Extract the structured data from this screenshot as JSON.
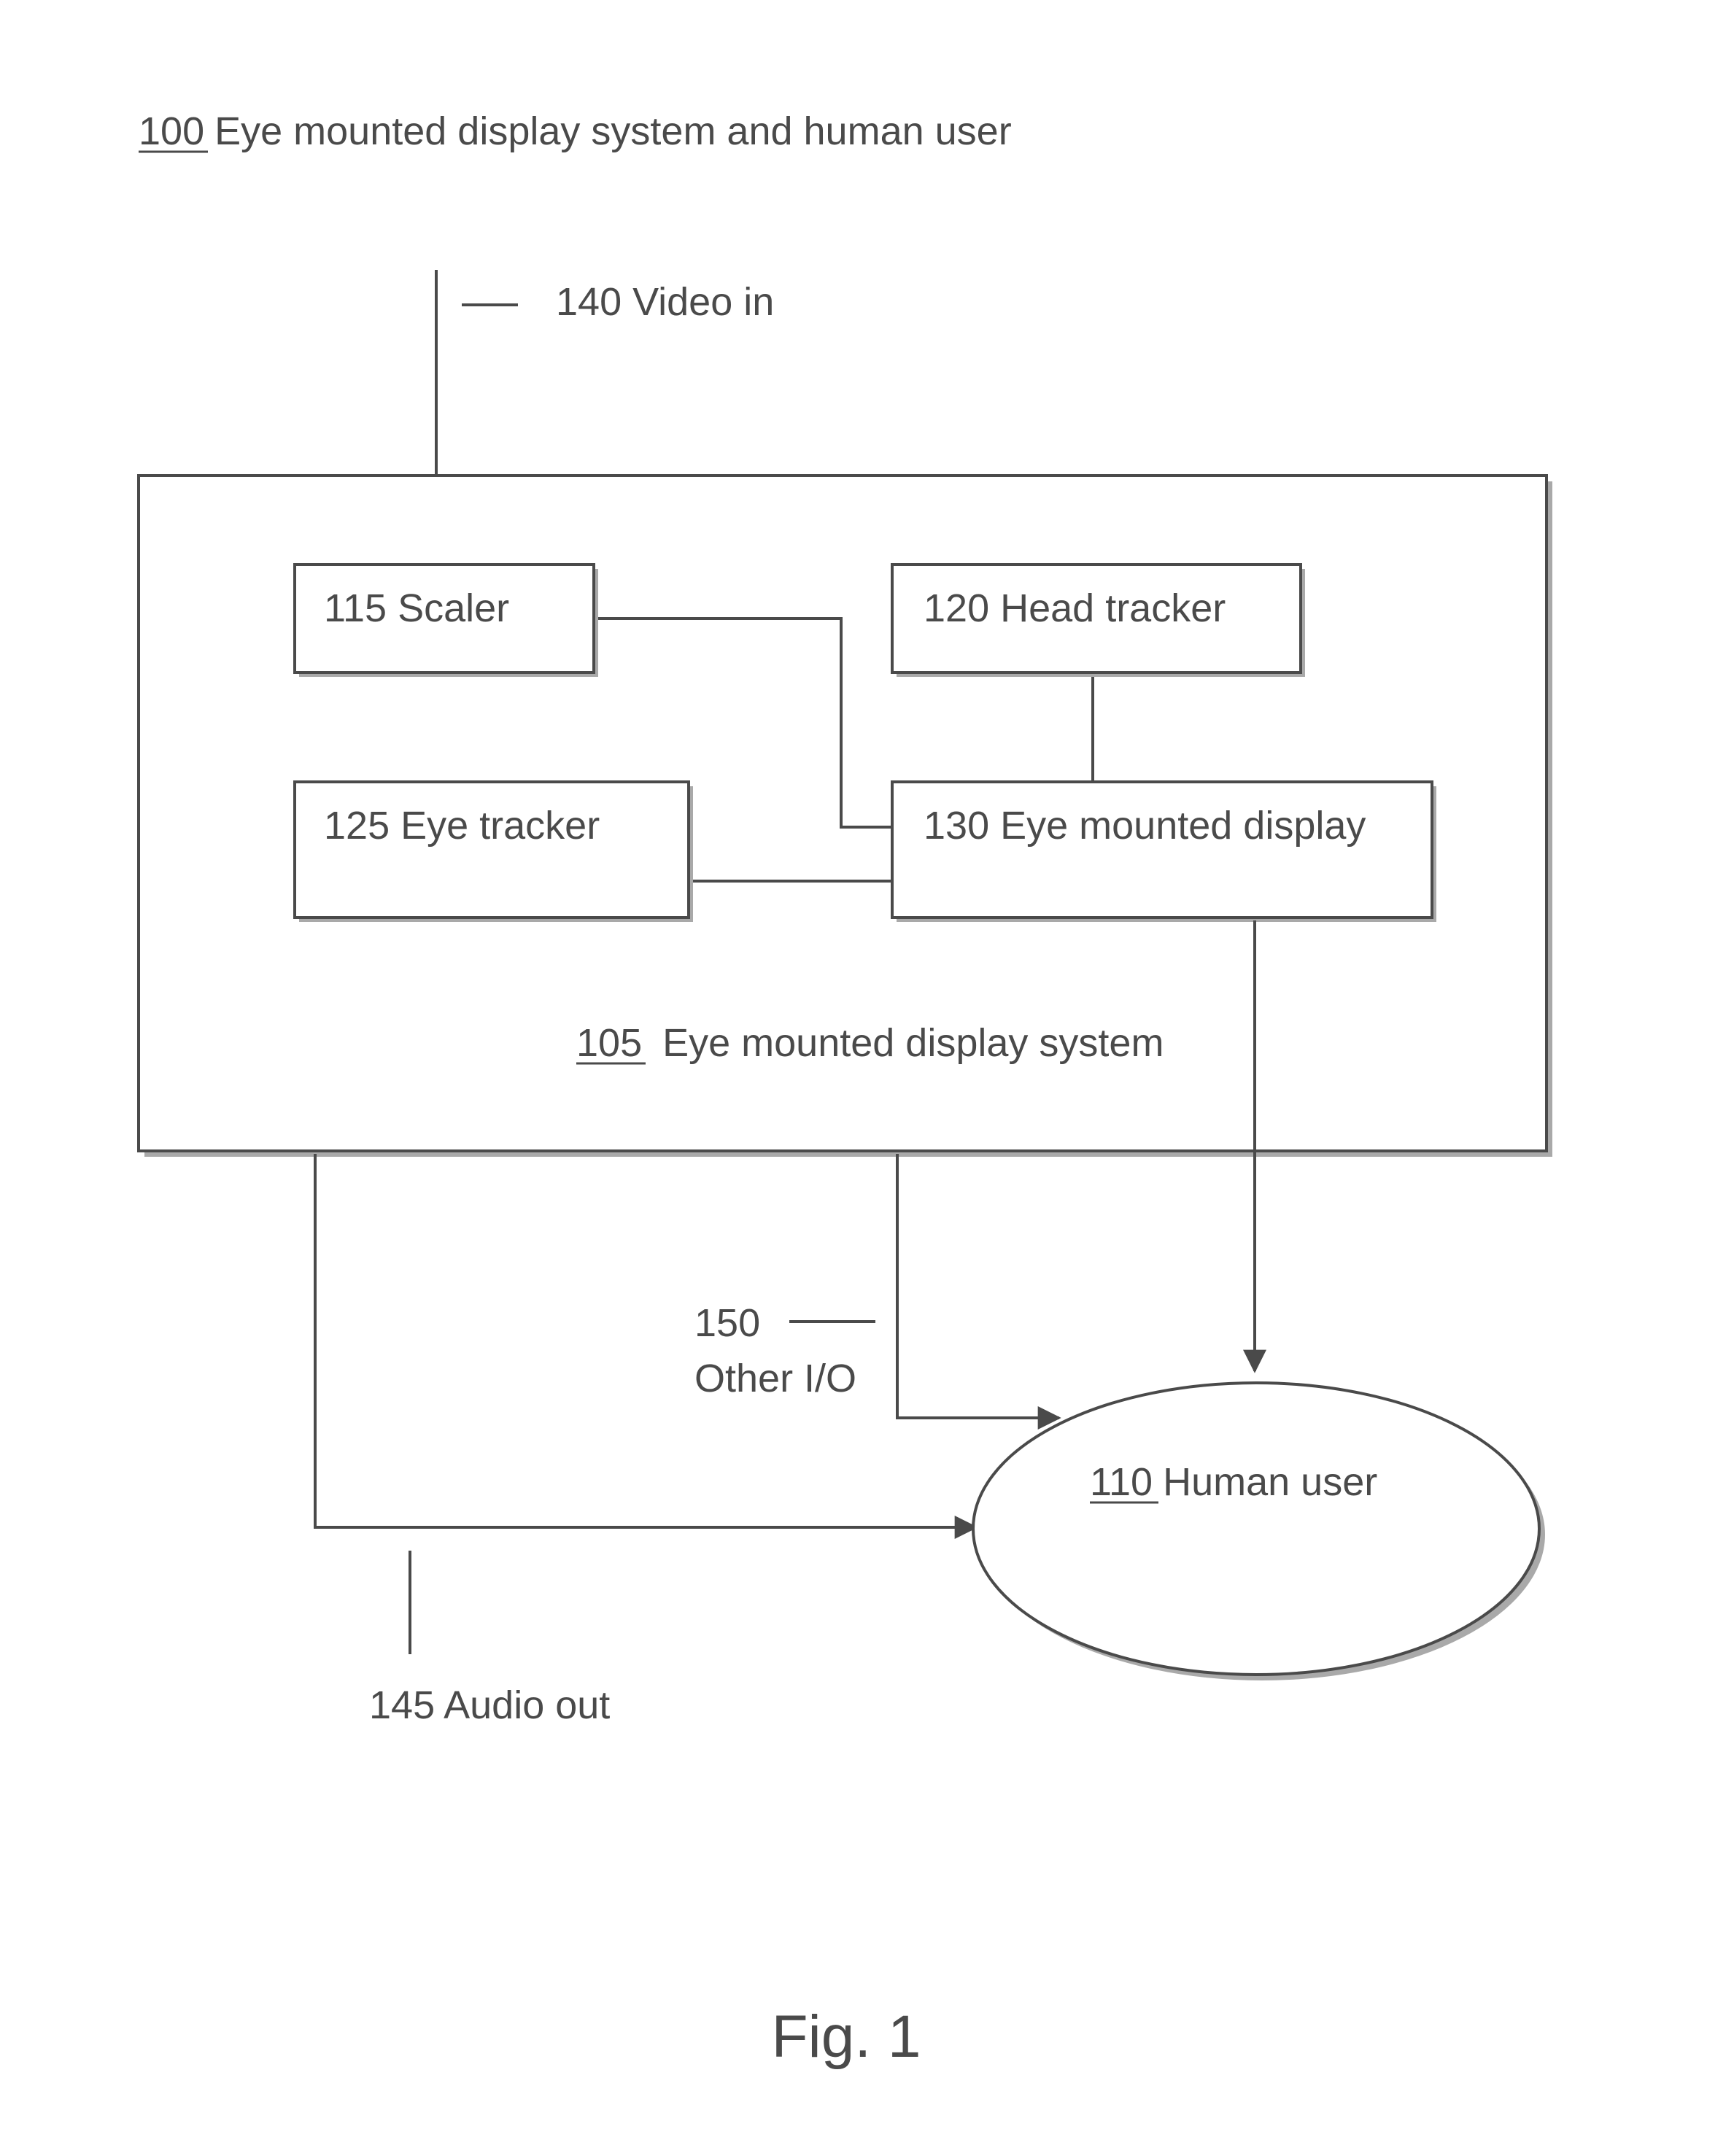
{
  "title": {
    "ref": "100",
    "text": "Eye mounted display system and human user"
  },
  "system": {
    "ref": "105",
    "text": "Eye mounted display system"
  },
  "blocks": {
    "scaler": "115 Scaler",
    "head_tracker": "120 Head tracker",
    "eye_tracker": "125 Eye tracker",
    "eye_mounted_display": "130 Eye mounted display"
  },
  "user": {
    "ref": "110",
    "text": "Human user"
  },
  "signals": {
    "video_in": "140 Video in",
    "audio_out": "145 Audio out",
    "other_io_num": "150",
    "other_io_text": "Other I/O"
  },
  "caption": "Fig. 1",
  "colors": {
    "ink": "#4a4a4a",
    "shadow": "#a9a9a9",
    "background": "#ffffff"
  }
}
